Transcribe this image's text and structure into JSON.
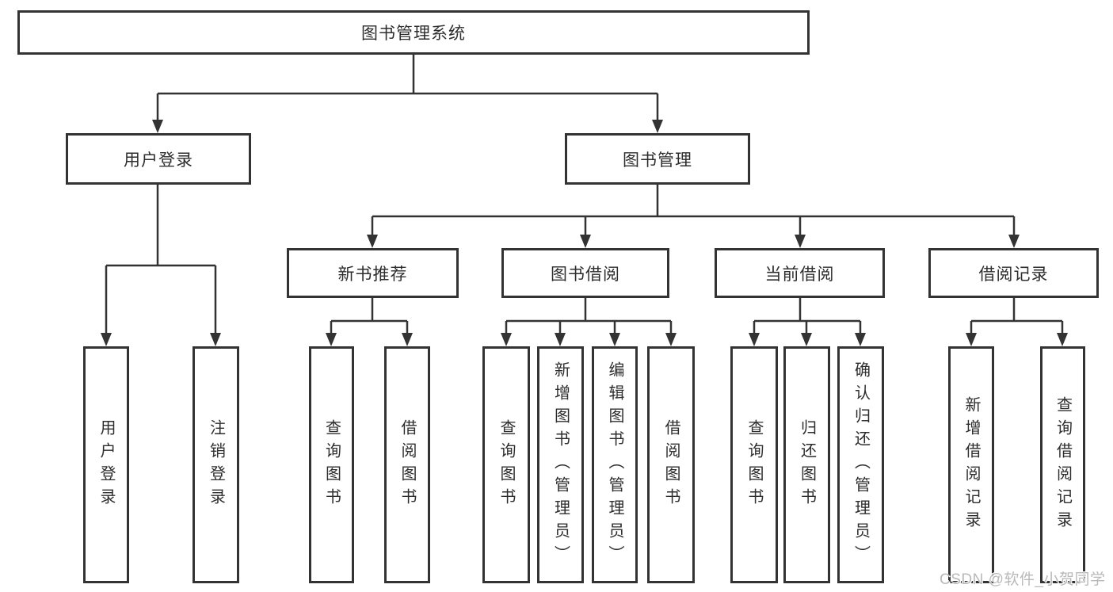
{
  "nodes": {
    "root": {
      "label": "图书管理系统"
    },
    "level2": {
      "user_login": {
        "label": "用户登录"
      },
      "book_mgmt": {
        "label": "图书管理"
      }
    },
    "level3": {
      "new_book_rec": {
        "label": "新书推荐"
      },
      "book_borrow": {
        "label": "图书借阅"
      },
      "current_borrow": {
        "label": "当前借阅"
      },
      "borrow_record": {
        "label": "借阅记录"
      }
    },
    "leaves": {
      "user_login_leaf": {
        "label": "用户登录"
      },
      "logout": {
        "label": "注销登录"
      },
      "nbr_query_book": {
        "label": "查询图书"
      },
      "nbr_borrow_book": {
        "label": "借阅图书"
      },
      "bb_query_book": {
        "label": "查询图书"
      },
      "bb_add_book": {
        "label": "新增图书（管理员）"
      },
      "bb_edit_book": {
        "label": "编辑图书（管理员）"
      },
      "bb_borrow_book": {
        "label": "借阅图书"
      },
      "cb_query_book": {
        "label": "查询图书"
      },
      "cb_return_book": {
        "label": "归还图书"
      },
      "cb_confirm_return": {
        "label": "确认归还（管理员）"
      },
      "br_add_record": {
        "label": "新增借阅记录"
      },
      "br_query_record": {
        "label": "查询借阅记录"
      }
    }
  },
  "watermark": {
    "text": "CSDN @软件_小贺同学",
    "color": "#b9b9b9"
  },
  "colors": {
    "line": "#333333",
    "box_border": "#333333",
    "text": "#2d2d2d",
    "background": "#ffffff"
  }
}
